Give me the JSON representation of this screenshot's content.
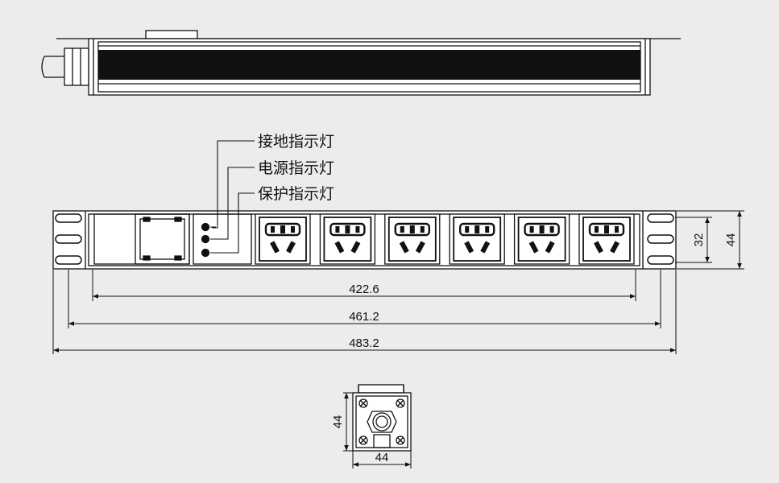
{
  "labels": {
    "ground_indicator": "接地指示灯",
    "power_indicator": "电源指示灯",
    "protect_indicator": "保护指示灯"
  },
  "dimensions": {
    "inner_length": "422.6",
    "mount_spacing": "461.2",
    "total_width": "483.2",
    "socket_height": "32",
    "total_height": "44",
    "end_height": "44",
    "end_width": "44"
  },
  "socket_count": 6,
  "colors": {
    "line": "#111111",
    "background": "#ececec",
    "panel": "#ffffff"
  }
}
